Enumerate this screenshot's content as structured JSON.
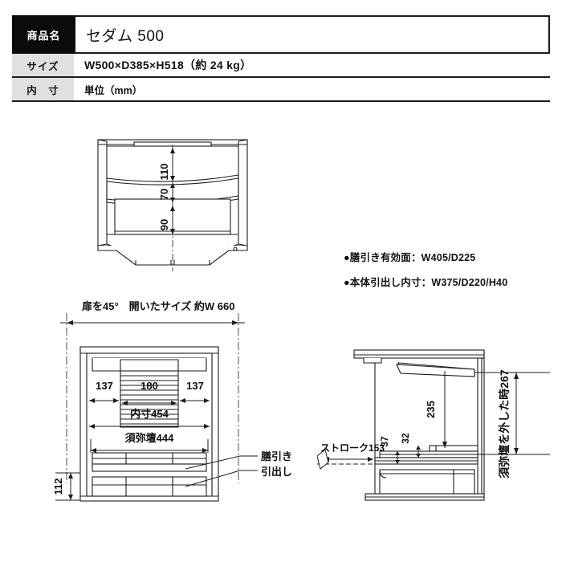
{
  "spec": {
    "rows": [
      {
        "label": "商品名",
        "value": "セダム 500"
      },
      {
        "label": "サイズ",
        "value": "W500×D385×H518（約 24 kg）"
      },
      {
        "label": "内　寸",
        "value": "単位（mm）"
      }
    ]
  },
  "notes": [
    "●膳引き有効面：W405/D225",
    "●本体引出し内寸：W375/D220/H40"
  ],
  "front_view": {
    "dims": [
      "110",
      "70",
      "90"
    ]
  },
  "plan_view": {
    "top_label": "扉を45°　開いたサイズ 約W 660",
    "dim_left": "137",
    "dim_center": "180",
    "dim_right": "137",
    "dim_inner": "内寸454",
    "dim_shumidan": "須弥壇444",
    "dim_height": "112",
    "callout_1": "膳引き",
    "callout_2": "引出し"
  },
  "side_view": {
    "stroke": "ストローク153",
    "dim_37": "37",
    "dim_32": "32",
    "dim_235": "235",
    "dim_267": "須弥壇を外した時267"
  },
  "colors": {
    "line": "#1c1c1c",
    "header_bg": "#0b0b0b",
    "label_bg": "#dfe0e2",
    "fill": "#ffffff"
  }
}
